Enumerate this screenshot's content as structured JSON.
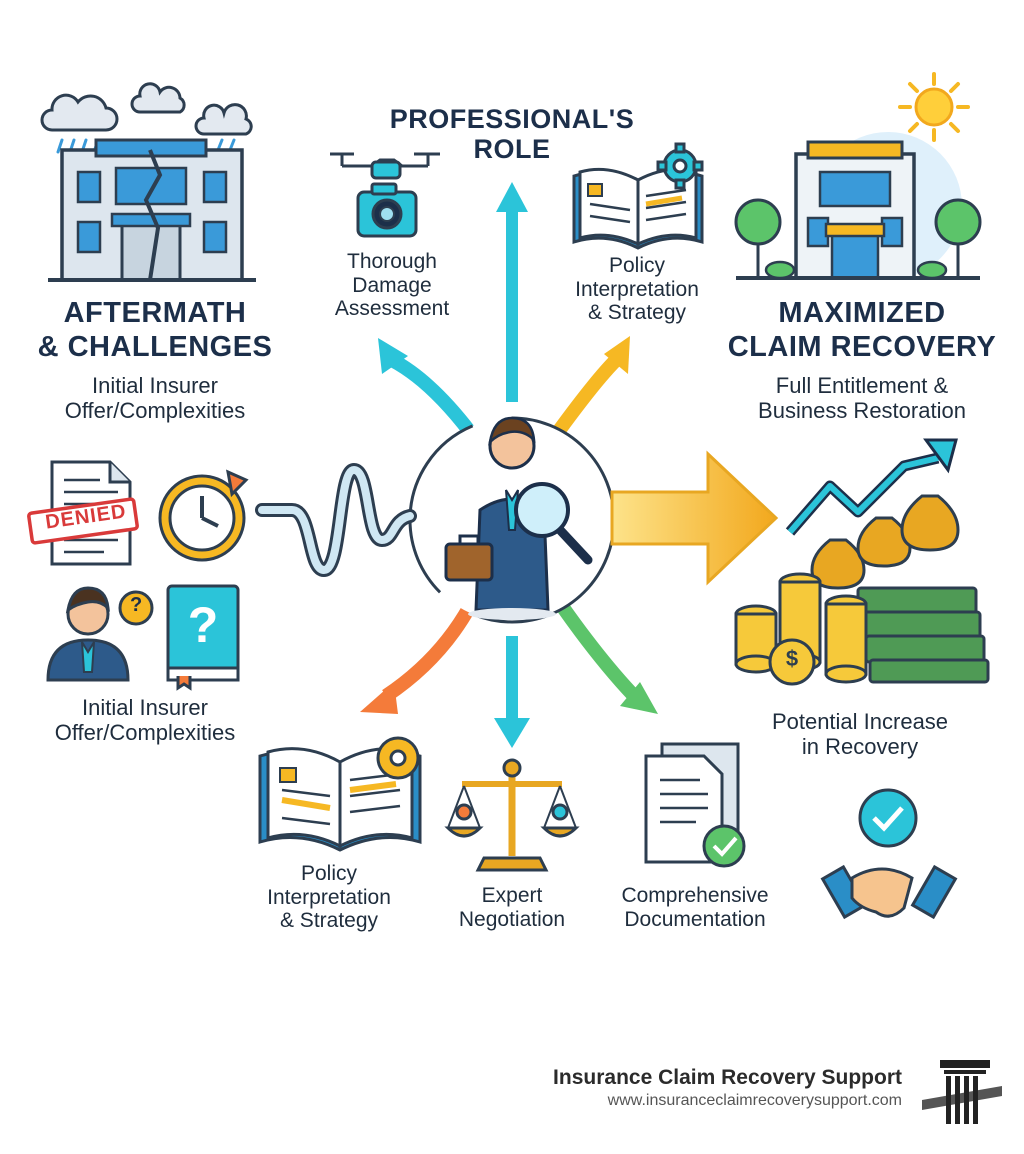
{
  "center": {
    "title_line1": "PROFESSIONAL'S",
    "title_line2": "ROLE"
  },
  "left": {
    "title_line1": "AFTERMATH",
    "title_line2": "& CHALLENGES",
    "subtitle_line1": "Initial Insurer",
    "subtitle_line2": "Offer/Complexities",
    "stamp": "DENIED",
    "bottom_line1": "Initial Insurer",
    "bottom_line2": "Offer/Complexities"
  },
  "right": {
    "title_line1": "MAXIMIZED",
    "title_line2": "CLAIM RECOVERY",
    "subtitle_line1": "Full Entitlement &",
    "subtitle_line2": "Business Restoration",
    "increase_line1": "Potential Increase",
    "increase_line2": "in Recovery"
  },
  "roles": {
    "damage": [
      "Thorough",
      "Damage",
      "Assessment"
    ],
    "policy_top": [
      "Policy",
      "Interpretation",
      "& Strategy"
    ],
    "policy_bottom": [
      "Policy",
      "Interpretation",
      "& Strategy"
    ],
    "negotiation": [
      "Expert",
      "Negotiation"
    ],
    "documentation": [
      "Comprehensive",
      "Documentation"
    ]
  },
  "footer": {
    "brand": "Insurance Claim Recovery Support",
    "url": "www.insuranceclaimrecoverysupport.com"
  },
  "colors": {
    "navy": "#1c2f4a",
    "cyan": "#2bc4d9",
    "yellow": "#f5b829",
    "orange": "#f47b3a",
    "green": "#5cc46a",
    "gold": "#e8a722",
    "cash": "#4f9a55"
  }
}
